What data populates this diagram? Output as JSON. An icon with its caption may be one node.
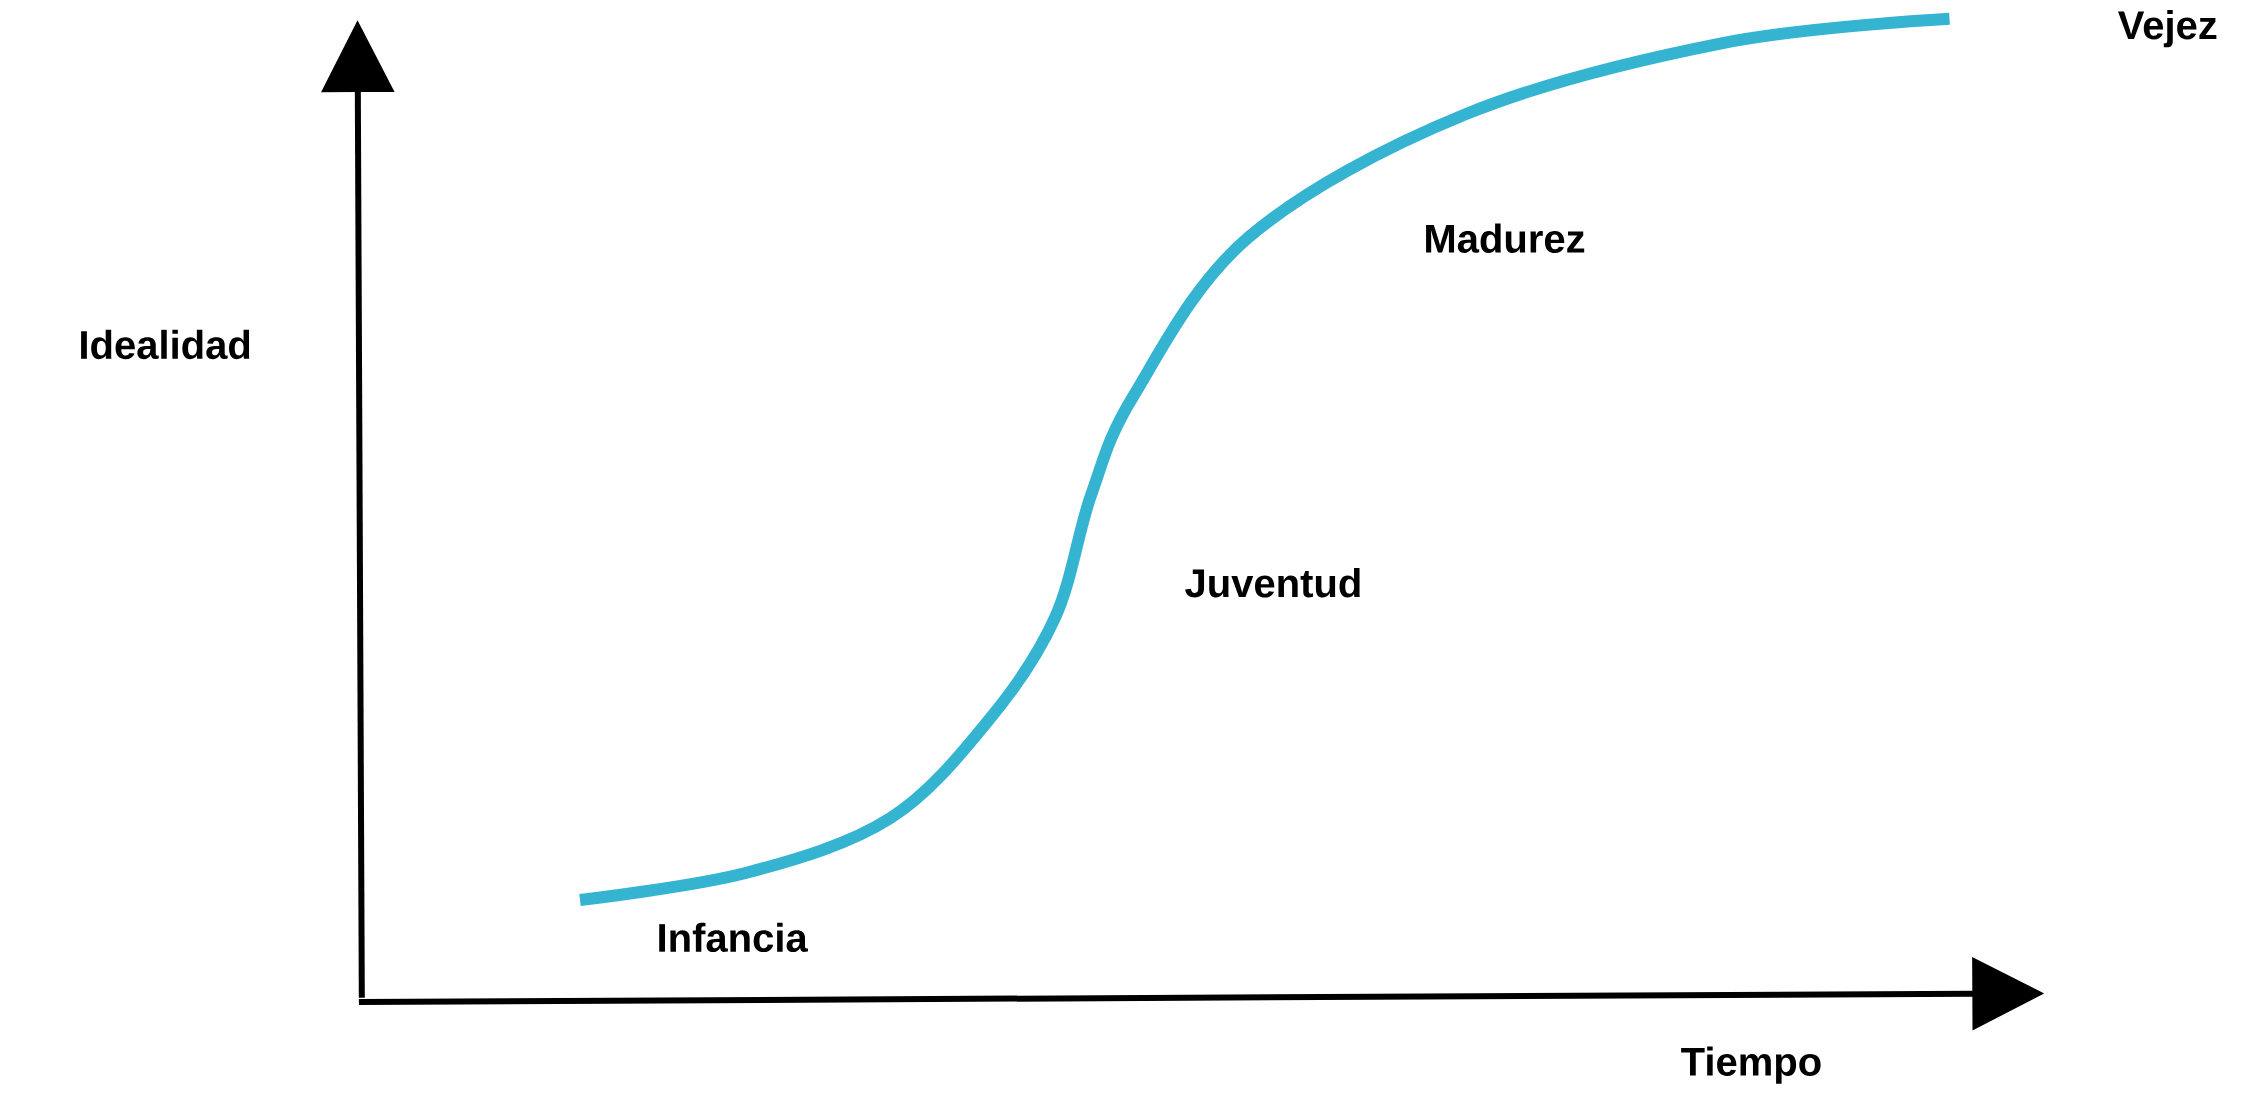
{
  "diagram": {
    "labels": [
      "Vejez",
      "Madurez",
      "Idealidad",
      "Juventud",
      "Infancia",
      "Tiempo"
    ]
  }
}
